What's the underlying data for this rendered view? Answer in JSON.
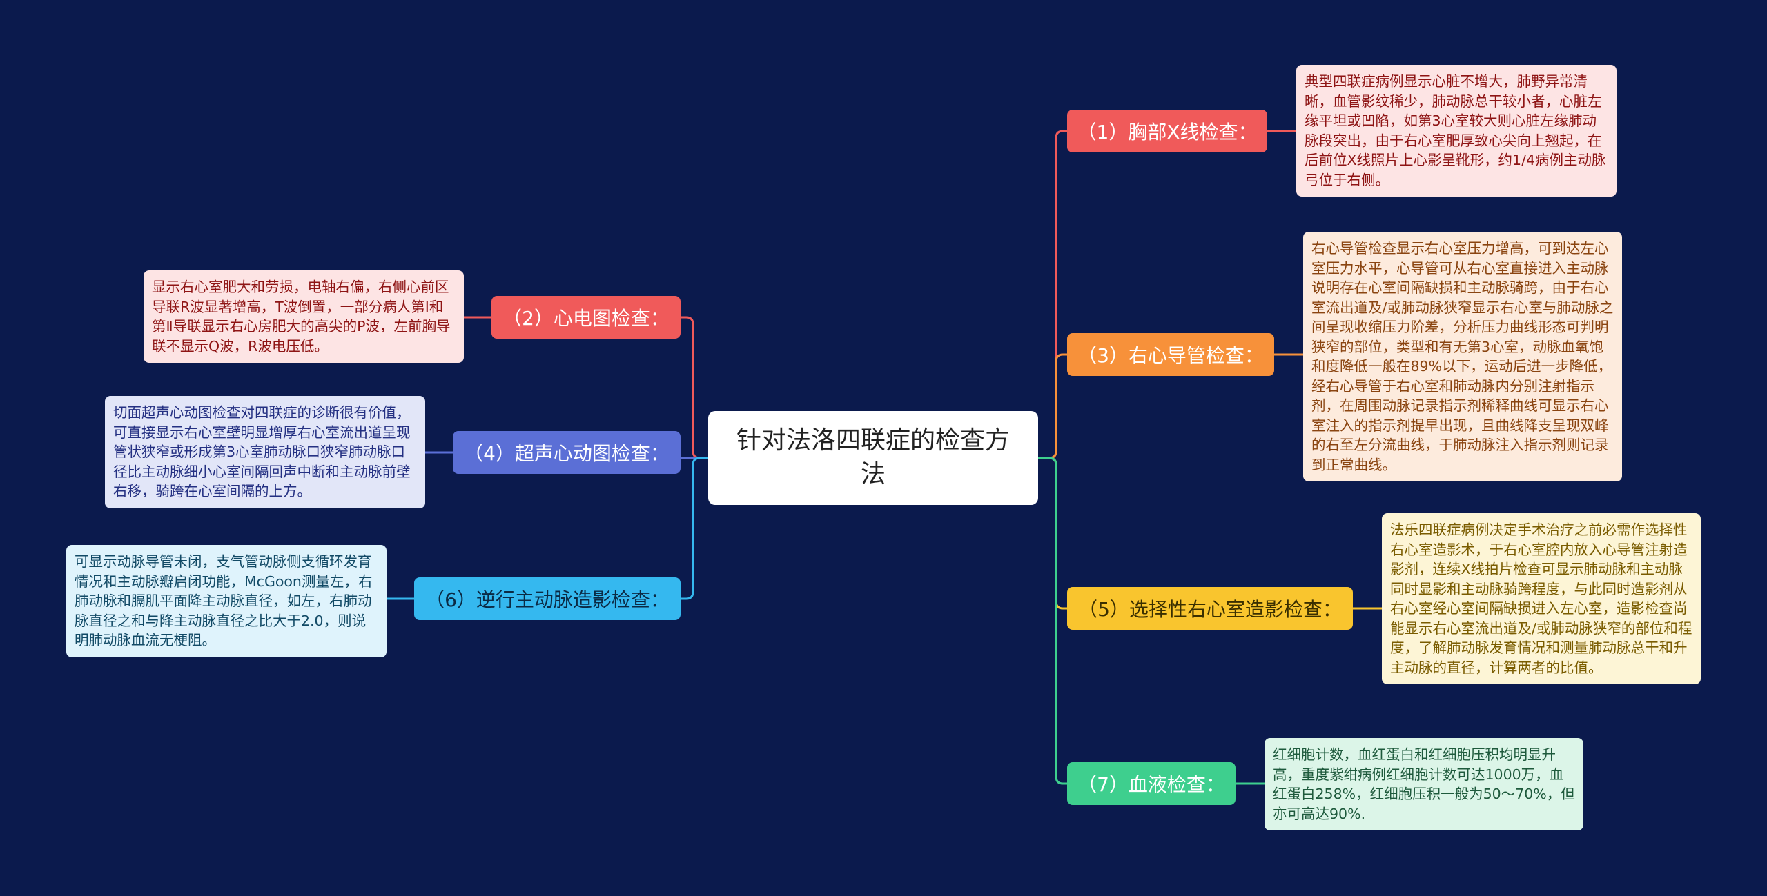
{
  "center_title": "针对法洛四联症的检查方法",
  "colors": {
    "background": "#0b1a4d",
    "b1": "#f05a5a",
    "b2": "#f05a5a",
    "b3": "#f7913a",
    "b4": "#5b6fd6",
    "b5": "#f9c52e",
    "b6": "#35b8ef",
    "b7": "#3ecf8e"
  },
  "branches": {
    "b1": {
      "label": "（1）胸部X线检查：",
      "detail": "典型四联症病例显示心脏不增大，肺野异常清晰，血管影纹稀少，肺动脉总干较小者，心脏左缘平坦或凹陷，如第3心室较大则心脏左缘肺动脉段突出，由于右心室肥厚致心尖向上翘起，在后前位X线照片上心影呈靴形，约1/4病例主动脉弓位于右侧。"
    },
    "b2": {
      "label": "（2）心电图检查：",
      "detail": "显示右心室肥大和劳损，电轴右偏，右侧心前区导联R波显著增高，T波倒置，一部分病人第Ⅰ和第Ⅱ导联显示右心房肥大的高尖的P波，左前胸导联不显示Q波，R波电压低。"
    },
    "b3": {
      "label": "（3）右心导管检查：",
      "detail": "右心导管检查显示右心室压力增高，可到达左心室压力水平，心导管可从右心室直接进入主动脉说明存在心室间隔缺损和主动脉骑跨，由于右心室流出道及/或肺动脉狭窄显示右心室与肺动脉之间呈现收缩压力阶差，分析压力曲线形态可判明狭窄的部位，类型和有无第3心室，动脉血氧饱和度降低一般在89%以下，运动后进一步降低，经右心导管于右心室和肺动脉内分别注射指示剂，在周围动脉记录指示剂稀释曲线可显示右心室注入的指示剂提早出现，且曲线降支呈现双峰的右至左分流曲线，于肺动脉注入指示剂则记录到正常曲线。"
    },
    "b4": {
      "label": "（4）超声心动图检查：",
      "detail": "切面超声心动图检查对四联症的诊断很有价值，可直接显示右心室壁明显增厚右心室流出道呈现管状狭窄或形成第3心室肺动脉口狭窄肺动脉口径比主动脉细小心室间隔回声中断和主动脉前壁右移，骑跨在心室间隔的上方。"
    },
    "b5": {
      "label": "（5）选择性右心室造影检查：",
      "detail": "法乐四联症病例决定手术治疗之前必需作选择性右心室造影术，于右心室腔内放入心导管注射造影剂，连续X线拍片检查可显示肺动脉和主动脉同时显影和主动脉骑跨程度，与此同时造影剂从右心室经心室间隔缺损进入左心室，造影检查尚能显示右心室流出道及/或肺动脉狭窄的部位和程度，了解肺动脉发育情况和测量肺动脉总干和升主动脉的直径，计算两者的比值。"
    },
    "b6": {
      "label": "（6）逆行主动脉造影检查：",
      "detail": "可显示动脉导管未闭，支气管动脉侧支循环发育情况和主动脉瓣启闭功能，McGoon测量左，右肺动脉和膈肌平面降主动脉直径，如左，右肺动脉直径之和与降主动脉直径之比大于2.0，则说明肺动脉血流无梗阻。"
    },
    "b7": {
      "label": "（7）血液检查：",
      "detail": "红细胞计数，血红蛋白和红细胞压积均明显升高，重度紫绀病例红细胞计数可达1000万，血红蛋白258%，红细胞压积一般为50～70%，但亦可高达90%."
    }
  }
}
